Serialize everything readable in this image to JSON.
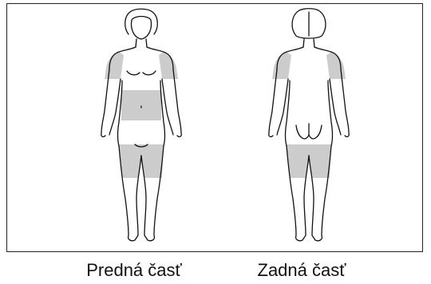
{
  "captions": {
    "front": "Predná časť",
    "back": "Zadná časť"
  },
  "colors": {
    "outline": "#111111",
    "shaded_zone": "#cccccc",
    "background": "#ffffff"
  },
  "figures": {
    "front": {
      "view": "front",
      "shaded_regions": [
        "upper-arms-shoulders",
        "waist",
        "thighs"
      ]
    },
    "back": {
      "view": "back",
      "shaded_regions": [
        "upper-arms-shoulders",
        "thighs"
      ]
    }
  }
}
